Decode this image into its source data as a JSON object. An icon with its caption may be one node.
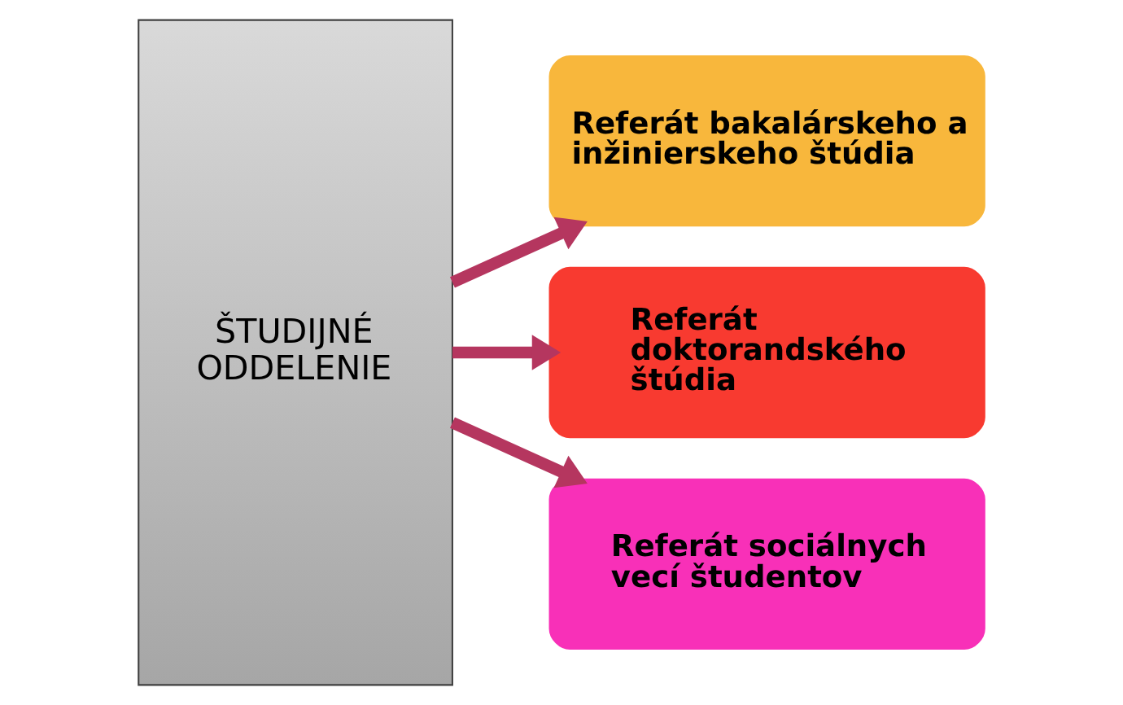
{
  "diagram": {
    "nodes": [
      {
        "text": [
          "ŠTUDIJNÉ ODDELENIE"
        ]
      },
      {
        "text": [
          "Referát bakalárskeho a inžinierskeho štúdia"
        ]
      },
      {
        "text": [
          "Referát doktorandského štúdia"
        ]
      },
      {
        "text": [
          "Referát sociálnych vecí študentov"
        ]
      }
    ],
    "edges": [
      {
        "from": 0,
        "to": 1,
        "arrow": "to"
      },
      {
        "from": 0,
        "to": 2,
        "arrow": "to"
      },
      {
        "from": 0,
        "to": 3,
        "arrow": "to"
      }
    ]
  }
}
